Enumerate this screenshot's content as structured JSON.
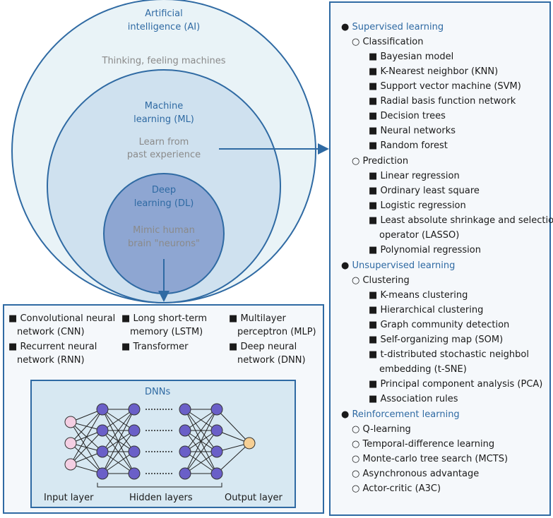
{
  "colors": {
    "frame": "#2f6aa3",
    "ai_fill": "#e9f3f7",
    "ml_fill": "#cfe1ef",
    "dl_fill": "#8ea6d2",
    "neuron_hidden": "#6a5fc8",
    "neuron_input": "#f4cfe3",
    "neuron_output": "#f6cf94",
    "heading": "#2f6aa3",
    "subtext": "#8a8a8a"
  },
  "circles": {
    "ai": {
      "title_line1": "Artificial",
      "title_line2": "intelligence (AI)",
      "desc": "Thinking, feeling machines"
    },
    "ml": {
      "title_line1": "Machine",
      "title_line2": "learning (ML)",
      "desc_line1": "Learn from",
      "desc_line2": "past experience"
    },
    "dl": {
      "title_line1": "Deep",
      "title_line2": "learning (DL)",
      "desc_line1": "Mimic human",
      "desc_line2": "brain \"neurons\""
    }
  },
  "dl_panel": {
    "bullet": "■",
    "items": [
      {
        "line1": "Convolutional neural",
        "line2": "network (CNN)"
      },
      {
        "line1": "Long short-term",
        "line2": "memory (LSTM)"
      },
      {
        "line1": "Multilayer",
        "line2": "perceptron (MLP)"
      },
      {
        "line1": "Recurrent neural",
        "line2": "network (RNN)"
      },
      {
        "line1": "Transformer",
        "line2": ""
      },
      {
        "line1": "Deep neural",
        "line2": "network (DNN)"
      }
    ],
    "dnn": {
      "title": "DNNs",
      "input_label": "Input layer",
      "hidden_label": "Hidden layers",
      "output_label": "Output layer"
    }
  },
  "ml_list": {
    "bullet_l1": "●",
    "bullet_l2": "○",
    "bullet_l3": "■",
    "supervised": {
      "label": "Supervised learning",
      "classification": {
        "label": "Classification",
        "items": [
          "Bayesian model",
          "K-Nearest neighbor (KNN)",
          "Support vector machine (SVM)",
          "Radial basis function network",
          "Decision trees",
          "Neural networks",
          "Random forest"
        ]
      },
      "prediction": {
        "label": "Prediction",
        "items": [
          "Linear regression",
          "Ordinary least square",
          "Logistic regression"
        ],
        "lasso_line1": "Least absolute shrinkage and selection",
        "lasso_line2": "operator (LASSO)",
        "last": "Polynomial regression"
      }
    },
    "unsupervised": {
      "label": "Unsupervised learning",
      "clustering": {
        "label": "Clustering",
        "items": [
          "K-means clustering",
          "Hierarchical clustering",
          "Graph community detection",
          "Self-organizing map (SOM)"
        ],
        "tsne_line1": "t-distributed stochastic neighbol",
        "tsne_line2": "embedding (t-SNE)",
        "after": [
          "Principal component analysis (PCA)",
          "Association rules"
        ]
      }
    },
    "reinforcement": {
      "label": "Reinforcement learning",
      "items": [
        "Q-learning",
        "Temporal-difference learning",
        "Monte-carlo tree search (MCTS)",
        "Asynchronous advantage",
        "Actor-critic (A3C)"
      ]
    }
  }
}
